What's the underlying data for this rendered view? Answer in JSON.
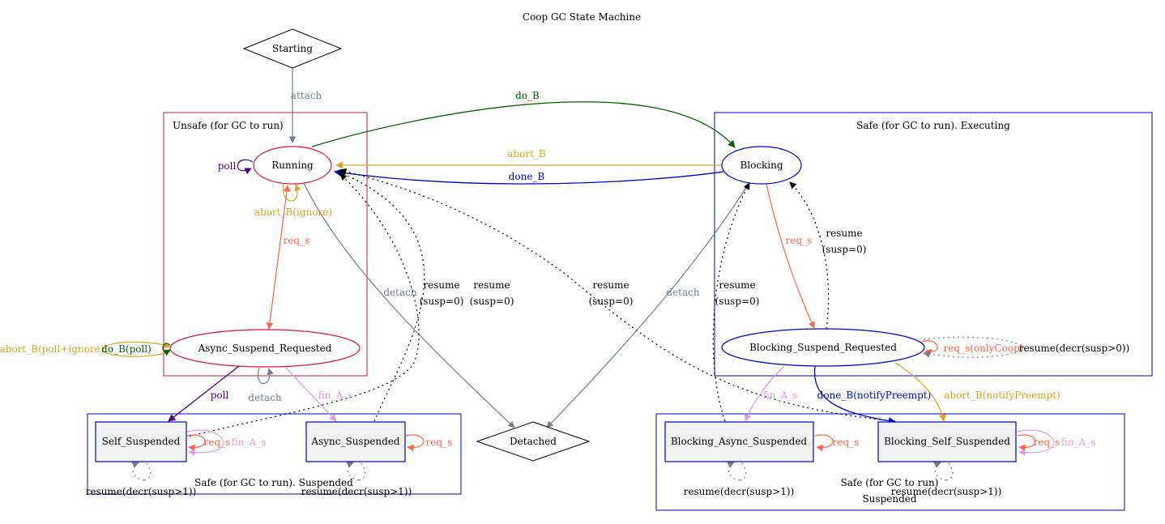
{
  "title": "Coop GC State Machine",
  "clusters": {
    "unsafe": "Unsafe (for GC to run)",
    "safe_exec": "Safe (for GC to run). Executing",
    "safe_susp": "Safe (for GC to run). Suspended",
    "safe_blk_line1": "Safe (for GC to run)",
    "safe_blk_line2": "Suspended"
  },
  "nodes": {
    "starting": "Starting",
    "running": "Running",
    "async_suspend_requested": "Async_Suspend_Requested",
    "self_suspended": "Self_Suspended",
    "async_suspended": "Async_Suspended",
    "detached": "Detached",
    "blocking": "Blocking",
    "blocking_suspend_requested": "Blocking_Suspend_Requested",
    "blocking_async_suspended": "Blocking_Async_Suspended",
    "blocking_self_suspended": "Blocking_Self_Suspended"
  },
  "edges": {
    "attach": "attach",
    "do_b": "do_B",
    "abort_b": "abort_B",
    "done_b": "done_B",
    "poll_self": "poll",
    "abort_b_ignore": "abort_B(ignore)",
    "req_s": "req_s",
    "detach_running": "detach",
    "resume_1_a": "resume",
    "resume_1_b": "(susp=0)",
    "resume_2_a": "resume",
    "resume_2_b": "(susp=0)",
    "resume_3_a": "resume",
    "resume_3_b": "(susp=0)",
    "detach_blocking": "detach",
    "resume_4_a": "resume",
    "resume_4_b": "(susp=0)",
    "req_s_blocking": "req_s",
    "resume_5_a": "resume",
    "resume_5_b": "(susp=0)",
    "abort_b_poll_ignore": "abort_B(poll+ignore)",
    "do_b_poll": "do_B(poll)",
    "poll": "poll",
    "detach_asr": "detach",
    "fin_a_s": "fin_A_s",
    "req_s_only_coop": "req_s(onlyCoop)",
    "resume_decr_gt0": "resume(decr(susp>0))",
    "fin_a_s_blk": "fin_A_s",
    "done_b_notify": "done_B(notifyPreempt)",
    "abort_b_notify": "abort_B(notifyPreempt)",
    "req_s_self": "req_s",
    "fin_a_s_self": "fin_A_s",
    "req_s_async": "req_s",
    "req_s_blk_async": "req_s",
    "req_s_blk_self": "req_s",
    "fin_a_s_blk_self": "fin_A_s",
    "resume_decr_self": "resume(decr(susp>1))",
    "resume_decr_async": "resume(decr(susp>1))",
    "resume_decr_blk_async": "resume(decr(susp>1))",
    "resume_decr_blk_self": "resume(decr(susp>1))"
  },
  "colors": {
    "gray": "#708090",
    "green": "#006400",
    "gold": "#daa520",
    "blue": "#0000cd",
    "red": "#dc143c",
    "tomato": "#ff6347",
    "indigo": "#4b0082",
    "plum": "#dda0dd",
    "crimson_box": "#b22240",
    "node_fill": "#f2f2f2"
  }
}
